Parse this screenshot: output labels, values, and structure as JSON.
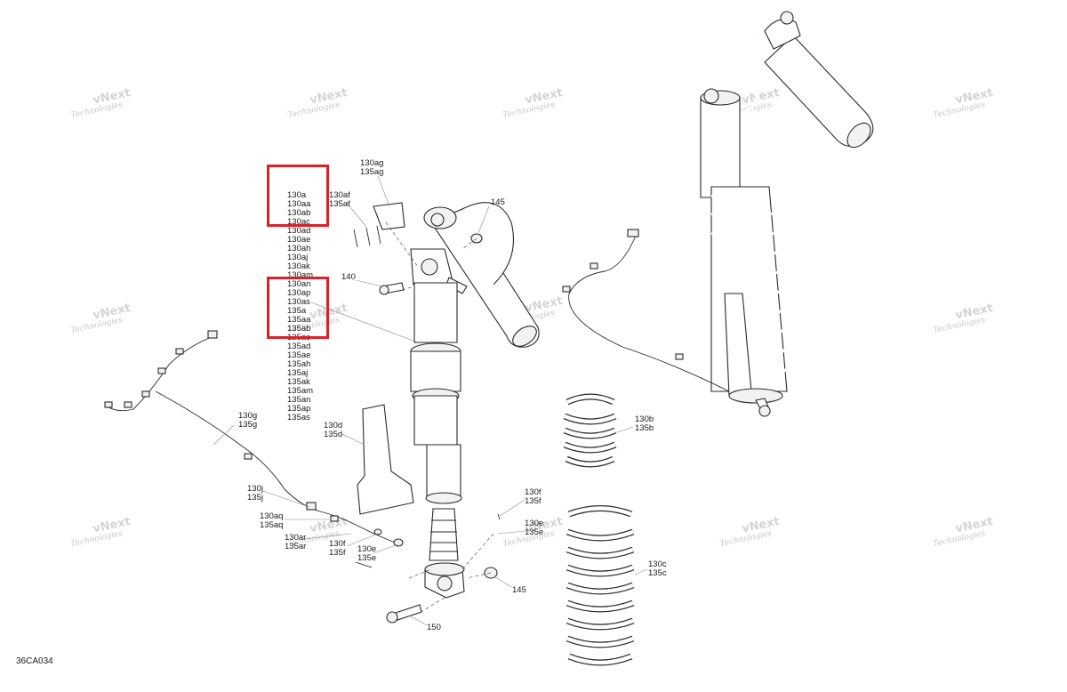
{
  "watermark": {
    "line1": "vNext",
    "line2": "Technologies"
  },
  "diagram_code": "36CA034",
  "callouts": {
    "c130ag": "130ag",
    "c135ag": "135ag",
    "c130af": "130af",
    "c135af": "135af",
    "c145a": "145",
    "c140": "140",
    "c130g": "130g",
    "c135g": "135g",
    "c130d": "130d",
    "c135d": "135d",
    "c130j": "130j",
    "c135j": "135j",
    "c130aq": "130aq",
    "c135aq": "135aq",
    "c130ar": "130ar",
    "c135ar": "135ar",
    "c130f1": "130f",
    "c135f1": "135f",
    "c130e1": "130e",
    "c135e1": "135e",
    "c130f2": "130f",
    "c135f2": "135f",
    "c130e2": "130e",
    "c135e2": "135e",
    "c145b": "145",
    "c150": "150",
    "c130b": "130b",
    "c135b": "135b",
    "c130c": "130c",
    "c135c": "135c"
  },
  "part_list": [
    "130a",
    "130aa",
    "130ab",
    "130ac",
    "130ad",
    "130ae",
    "130ah",
    "130aj",
    "130ak",
    "130am",
    "130an",
    "130ap",
    "130as",
    "135a",
    "135aa",
    "135ab",
    "135ac",
    "135ad",
    "135ae",
    "135ah",
    "135aj",
    "135ak",
    "135am",
    "135an",
    "135ap",
    "135as"
  ],
  "highlight_color": "#d8232a"
}
